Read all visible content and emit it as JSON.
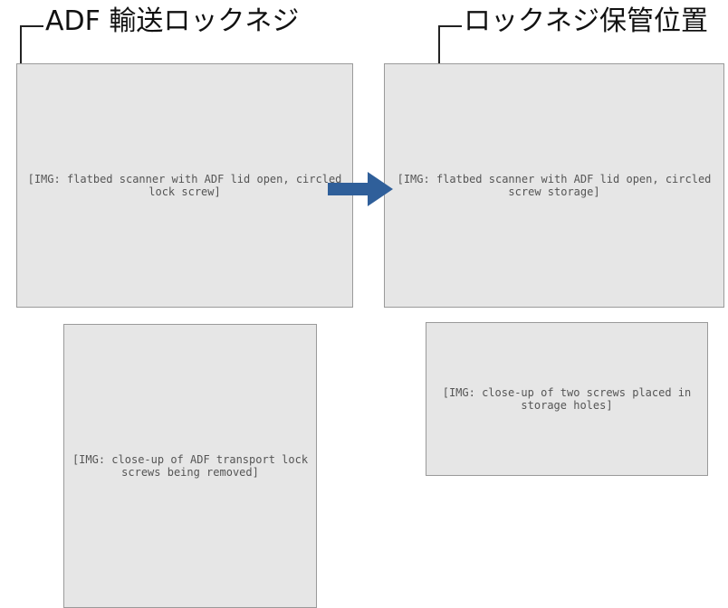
{
  "labels": {
    "left": "ADF 輸送ロックネジ",
    "right": "ロックネジ保管位置"
  },
  "figures": {
    "scanner_left": "[IMG: flatbed scanner with ADF lid open, circled lock screw]",
    "scanner_right": "[IMG: flatbed scanner with ADF lid open, circled screw storage]",
    "detail_left": "[IMG: close-up of ADF transport lock screws being removed]",
    "detail_right": "[IMG: close-up of two screws placed in storage holes]"
  },
  "colors": {
    "accent": "#2f5f9a",
    "line": "#222222"
  },
  "icons": {
    "arrow": "right-arrow-icon"
  }
}
